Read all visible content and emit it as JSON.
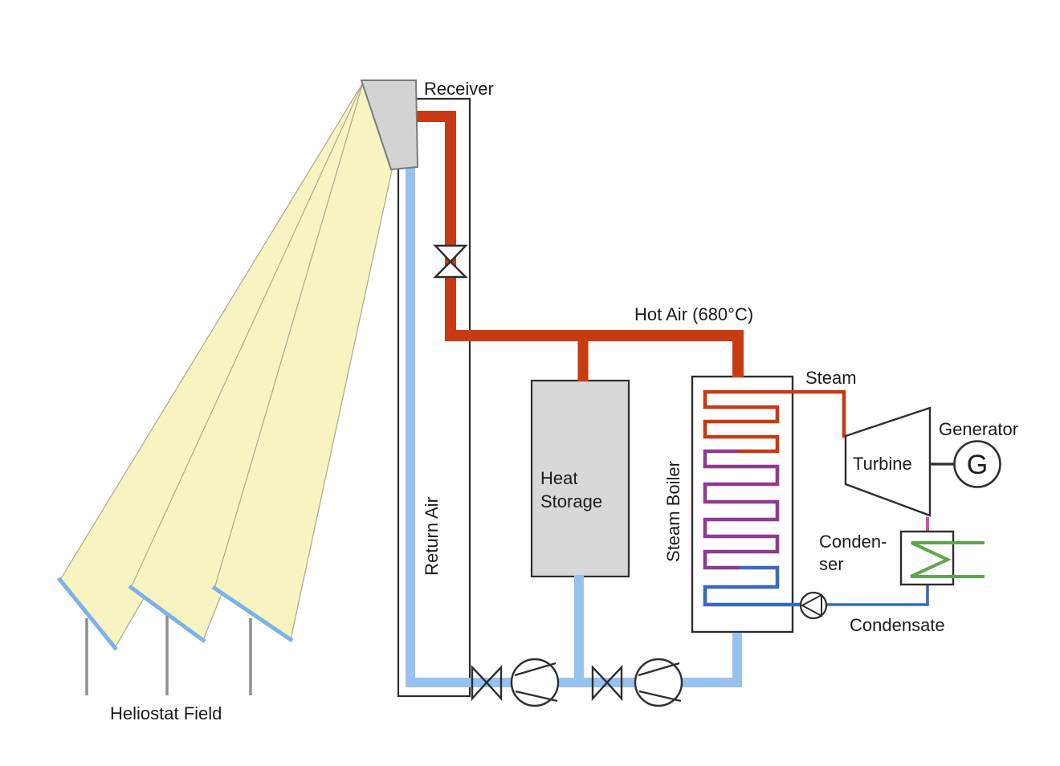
{
  "diagram": {
    "type": "process-flow-schematic",
    "subject": "Solar power tower plant with heat storage and steam cycle"
  },
  "labels": {
    "receiver": "Receiver",
    "hot_air": "Hot Air (680°C)",
    "return_air": "Return Air",
    "heat_storage_line1": "Heat",
    "heat_storage_line2": "Storage",
    "steam_boiler": "Steam Boiler",
    "steam": "Steam",
    "turbine": "Turbine",
    "generator": "Generator",
    "generator_symbol": "G",
    "condenser_line1": "Conden-",
    "condenser_line2": "ser",
    "condensate": "Condensate",
    "heliostat_field": "Heliostat Field"
  },
  "colors": {
    "hot_air_pipe": "#C83A12",
    "return_air_pipe": "#97C1F1",
    "coil_hot": "#C83A12",
    "coil_mid": "#8E3B90",
    "coil_cold": "#3A68BE",
    "condensate_line": "#3A68BE",
    "exhaust_steam": "#D052A2",
    "cooling_water": "#5CA74B",
    "light_beam": "#F7F4C2",
    "beam_edge": "#ABA88C",
    "mirror": "#7BB2E8",
    "post": "#8F8F8F",
    "receiver_fill": "#D3D3D3",
    "receiver_edge": "#7A7A7A",
    "storage_fill": "#D8D8D8",
    "outline": "#2E2E2E"
  }
}
